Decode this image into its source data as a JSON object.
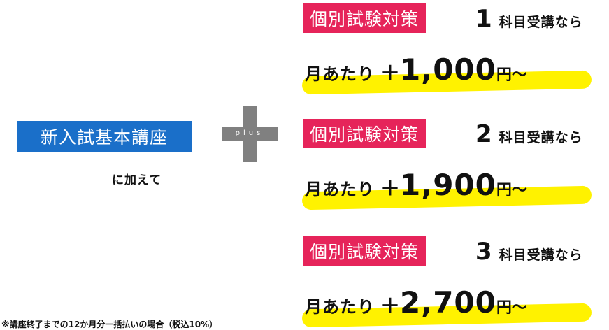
{
  "base_course": {
    "label": "新入試基本講座",
    "suffix": "に加えて"
  },
  "plus_label": "plus",
  "offers": [
    {
      "tag": "個別試験対策",
      "count": "1",
      "count_text": "科目受講なら",
      "prefix": "月あたり",
      "plus": "＋",
      "amount": "1,000",
      "yen": "円〜"
    },
    {
      "tag": "個別試験対策",
      "count": "2",
      "count_text": "科目受講なら",
      "prefix": "月あたり",
      "plus": "＋",
      "amount": "1,900",
      "yen": "円〜"
    },
    {
      "tag": "個別試験対策",
      "count": "3",
      "count_text": "科目受講なら",
      "prefix": "月あたり",
      "plus": "＋",
      "amount": "2,700",
      "yen": "円〜"
    }
  ],
  "footnote": "※講座終了までの12か月分一括払いの場合（税込10%）",
  "colors": {
    "blue_badge": "#1a6fc9",
    "pink_tag": "#e6245a",
    "highlight": "#fff200",
    "plus_gray": "#808080"
  }
}
